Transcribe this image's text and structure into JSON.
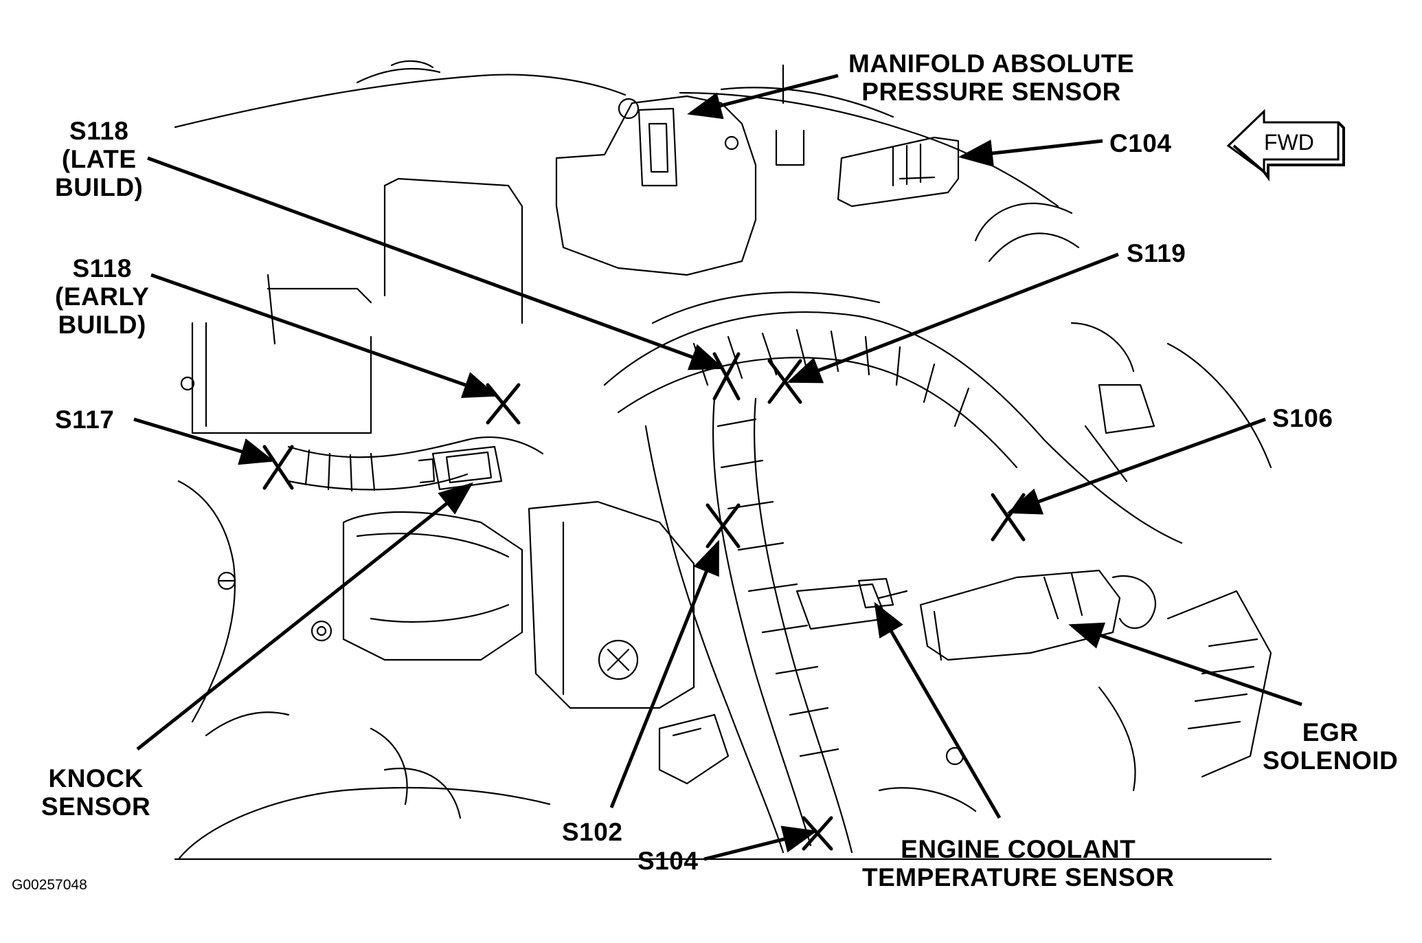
{
  "labels": {
    "map_sensor": [
      "MANIFOLD ABSOLUTE",
      "PRESSURE SENSOR"
    ],
    "c104": "C104",
    "s118_late": [
      "S118",
      "(LATE",
      "BUILD)"
    ],
    "s118_early": [
      "S118",
      "(EARLY",
      "BUILD)"
    ],
    "s119": "S119",
    "s117": "S117",
    "s106": "S106",
    "knock_sensor": [
      "KNOCK",
      "SENSOR"
    ],
    "s102": "S102",
    "s104": "S104",
    "ect_sensor": [
      "ENGINE COOLANT",
      "TEMPERATURE SENSOR"
    ],
    "egr_solenoid": [
      "EGR",
      "SOLENOID"
    ]
  },
  "direction_indicator": "FWD",
  "figure_id": "G00257048",
  "colors": {
    "ink": "#000000",
    "paper": "#ffffff"
  }
}
